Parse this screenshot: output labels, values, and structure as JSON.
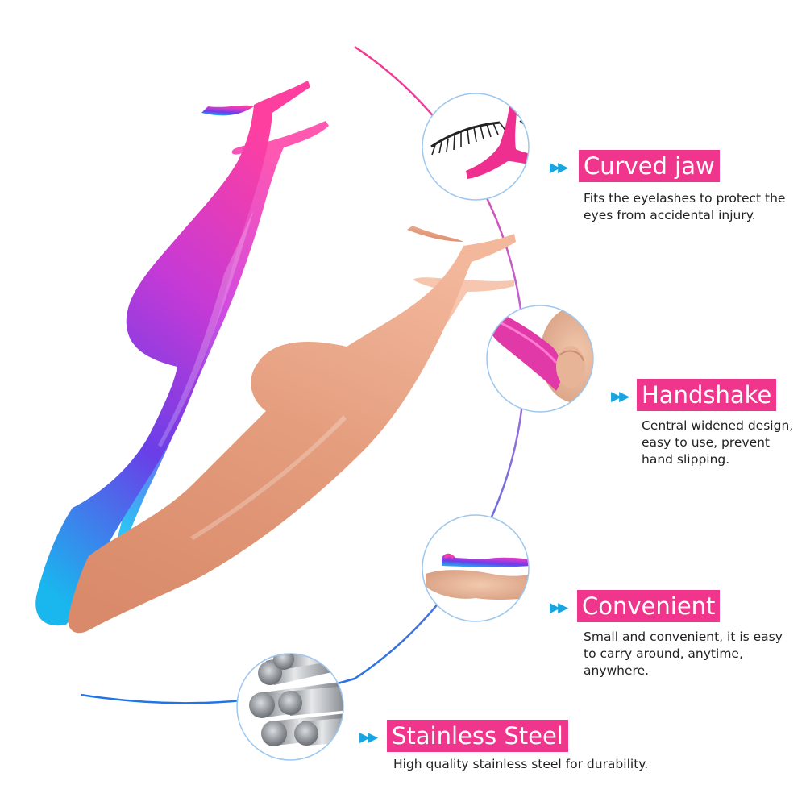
{
  "colors": {
    "accent": "#f0368c",
    "arrow": "#19a6e0",
    "arc_start": "#f0368c",
    "arc_end": "#1e74e8",
    "text": "#222222"
  },
  "features": [
    {
      "icon": "curved-jaw-closeup",
      "arrow": "▶▶",
      "title": "Curved jaw",
      "description": "Fits the eyelashes to protect the\neyes from accidental injury."
    },
    {
      "icon": "handshake-closeup",
      "arrow": "▶▶",
      "title": "Handshake",
      "description": "Central widened design,\neasy to use, prevent\nhand slipping."
    },
    {
      "icon": "convenient-hand-closeup",
      "arrow": "▶▶",
      "title": "Convenient",
      "description": "Small and convenient, it is easy\nto carry around, anytime,\nanywhere."
    },
    {
      "icon": "steel-rods-closeup",
      "arrow": "▶▶",
      "title": "Stainless Steel",
      "description": "High quality stainless steel for durability."
    }
  ]
}
